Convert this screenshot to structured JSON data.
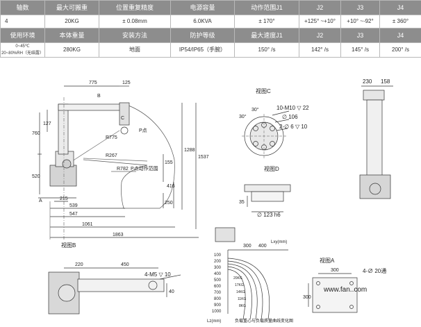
{
  "specs": {
    "row1_headers": [
      "轴数",
      "最大可搬重",
      "位置重复精度",
      "电源容量",
      "动作范围J1",
      "J2",
      "J3",
      "J4"
    ],
    "row1_values": [
      "4",
      "20KG",
      "± 0.08mm",
      "6.0KVA",
      "± 170°",
      "+125° ~+10°",
      "+10° ~-92°",
      "± 360°"
    ],
    "row2_headers": [
      "使用环境",
      "本体重量",
      "安装方法",
      "防护等级",
      "最大速度J1",
      "J2",
      "J3",
      "J4"
    ],
    "row2_env_lines": [
      "0~45℃",
      "20~80%RH（无结露）"
    ],
    "row2_values": [
      "280KG",
      "地面",
      "IP54/IP65（手腕）",
      "150° /s",
      "142° /s",
      "145° /s",
      "200° /s"
    ]
  },
  "side_view": {
    "dim_775": "775",
    "dim_125": "125",
    "label_b": "B",
    "dim_760": "760",
    "dim_127": "127",
    "dim_520": "520",
    "label_a": "A",
    "dim_215": "215",
    "dim_539": "539",
    "dim_547": "547",
    "dim_1061": "1061",
    "dim_1863": "1863",
    "r775": "R775",
    "r267": "R267",
    "r782": "R782",
    "label_c": "C",
    "label_p": "P点",
    "range_label": "P点动作范围",
    "dim_155": "155",
    "dim_416": "416",
    "dim_250": "250",
    "dim_1288": "1288",
    "dim_1537": "1537"
  },
  "view_c": {
    "title": "视图C",
    "ang1": "30°",
    "ang2": "30°",
    "note1": "10-M10 ▽ 22",
    "note2": "∅ 106",
    "note3": "2-∅ 6 ▽ 10"
  },
  "view_d": {
    "title": "视图D",
    "dim_35": "35",
    "dim_123": "∅ 123 h6"
  },
  "right_view": {
    "dim_230": "230",
    "dim_158": "158"
  },
  "view_b": {
    "title": "视图B",
    "dim_220": "220",
    "dim_450": "450",
    "note": "4-M5 ▽ 10",
    "dim_40": "40"
  },
  "load_chart": {
    "lxy_label": "Lxy(mm)",
    "lz_label": "Lz(mm)",
    "x_ticks": [
      "300",
      "400"
    ],
    "y_ticks": [
      "100",
      "200",
      "300",
      "400",
      "500",
      "600",
      "700",
      "800",
      "900",
      "1000"
    ],
    "curve_labels": [
      "20KG",
      "17KG",
      "14KG",
      "11KG",
      "8KG"
    ],
    "caption": "负载重心与负载质量曲线变化图"
  },
  "view_a": {
    "title": "视图A",
    "dim_300w": "300",
    "note": "4-∅ 20通",
    "dim_300h": "300"
  },
  "watermark": "www.fan..com"
}
